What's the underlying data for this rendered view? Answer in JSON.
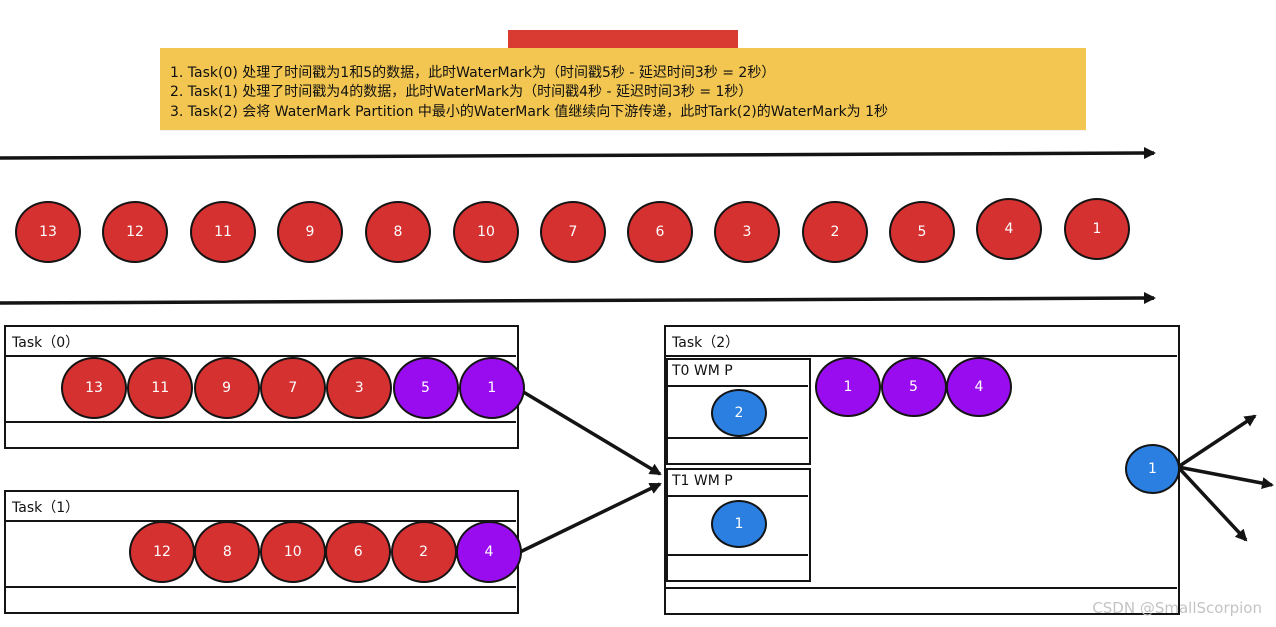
{
  "note": {
    "lines": [
      "1. Task(0) 处理了时间戳为1和5的数据，此时WaterMark为（时间戳5秒 - 延迟时间3秒 = 2秒）",
      "2. Task(1) 处理了时间戳为4的数据，此时WaterMark为（时间戳4秒 - 延迟时间3秒 = 1秒）",
      "3. Task(2) 会将 WaterMark Partition 中最小的WaterMark 值继续向下游传递，此时Tark(2)的WaterMark为 1秒"
    ]
  },
  "stream": [
    "13",
    "12",
    "11",
    "9",
    "8",
    "10",
    "7",
    "6",
    "3",
    "2",
    "5",
    "4",
    "1"
  ],
  "task0": {
    "title": "Task（0）",
    "events": [
      {
        "label": "13",
        "color": "red"
      },
      {
        "label": "11",
        "color": "red"
      },
      {
        "label": "9",
        "color": "red"
      },
      {
        "label": "7",
        "color": "red"
      },
      {
        "label": "3",
        "color": "red"
      },
      {
        "label": "5",
        "color": "purple"
      },
      {
        "label": "1",
        "color": "purple"
      }
    ]
  },
  "task1": {
    "title": "Task（1）",
    "events": [
      {
        "label": "12",
        "color": "red"
      },
      {
        "label": "8",
        "color": "red"
      },
      {
        "label": "10",
        "color": "red"
      },
      {
        "label": "6",
        "color": "red"
      },
      {
        "label": "2",
        "color": "red"
      },
      {
        "label": "4",
        "color": "purple"
      }
    ]
  },
  "task2": {
    "title": "Task（2）",
    "t0_partition": {
      "title": "T0 WM P",
      "watermark": "2"
    },
    "t1_partition": {
      "title": "T1 WM P",
      "watermark": "1"
    },
    "received": [
      "1",
      "5",
      "4"
    ],
    "output_watermark": "1"
  },
  "colors": {
    "red": "#d43130",
    "purple": "#9a0cf0",
    "blue": "#2b7fe0",
    "note": "#f2c650",
    "tape": "#d93a31"
  },
  "watermark_text": "CSDN @SmallScorpion"
}
